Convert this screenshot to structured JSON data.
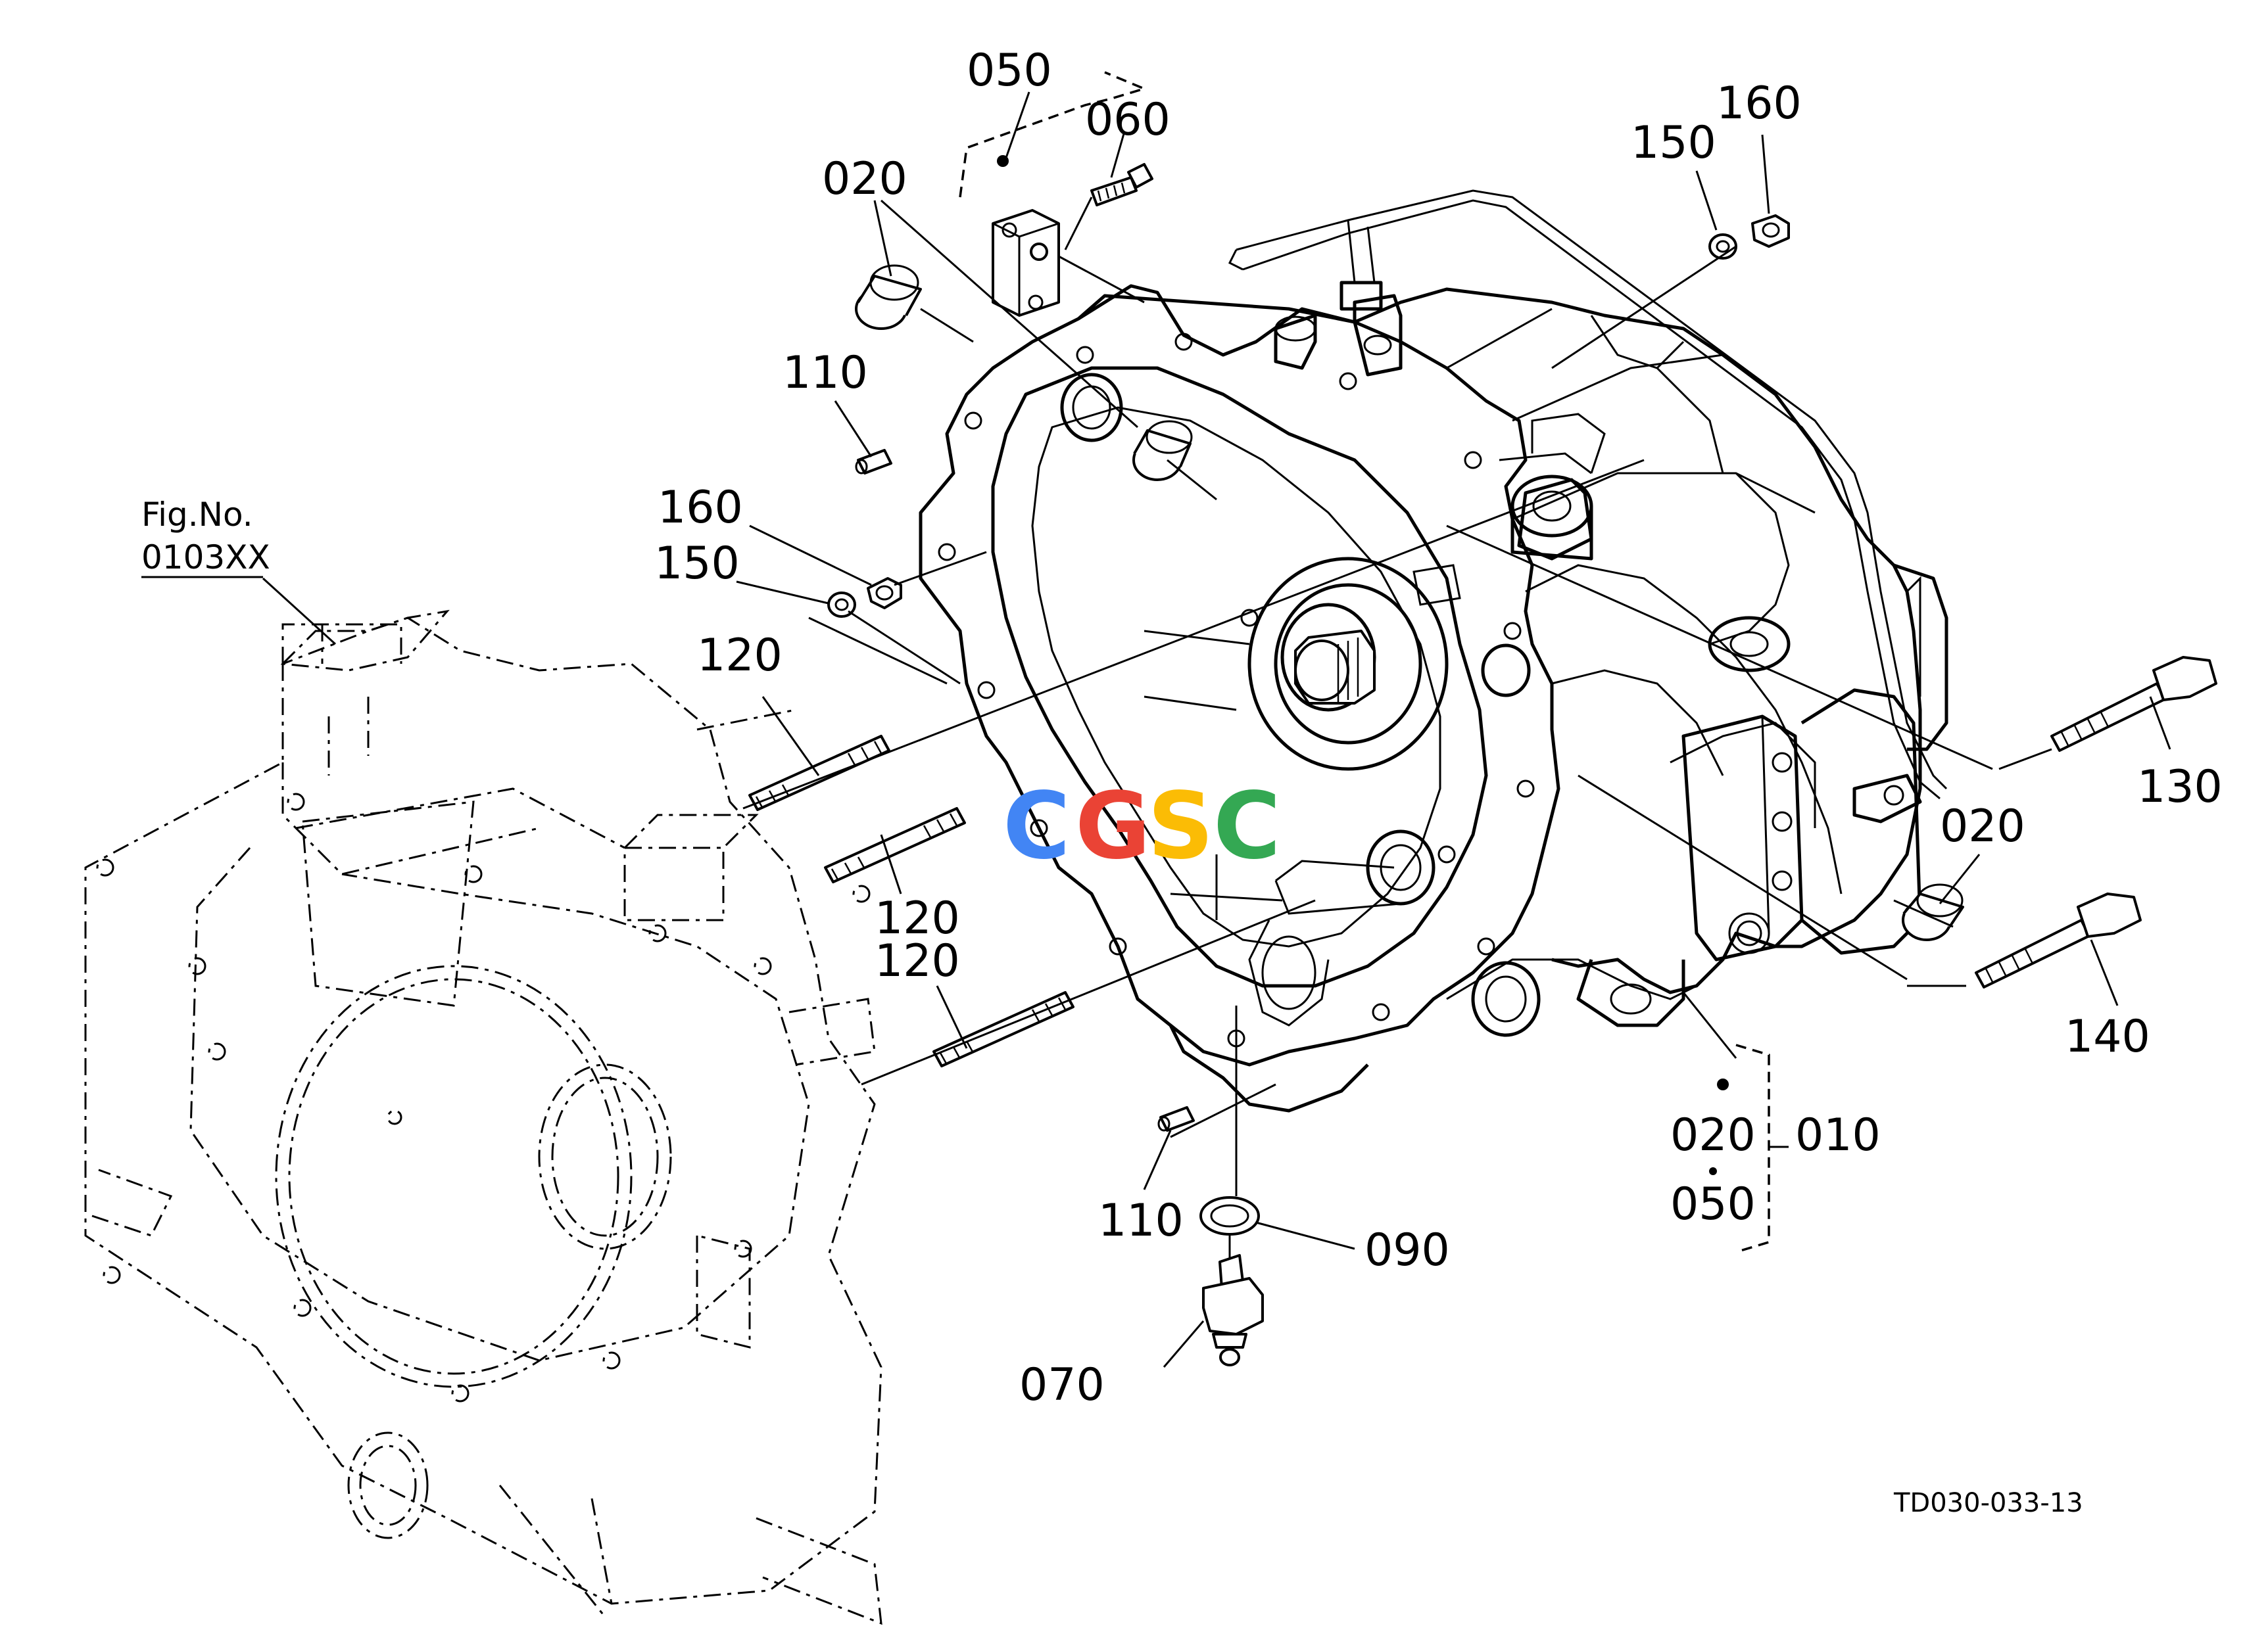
{
  "reference": {
    "line1": "Fig.No.",
    "line2": "0103XX"
  },
  "figure_code": "TD030-033-13",
  "watermark": {
    "letters": [
      "C",
      "G",
      "S",
      "C"
    ],
    "colors": [
      "#4285F4",
      "#EA4335",
      "#FBBC05",
      "#34A853"
    ]
  },
  "callouts": {
    "p050_top": "050",
    "p060": "060",
    "p020_top": "020",
    "p110_top": "110",
    "p160_left": "160",
    "p150_left": "150",
    "p120_a": "120",
    "p120_b": "120",
    "p120_c": "120",
    "p150_right": "150",
    "p160_right": "160",
    "p130": "130",
    "p020_right": "020",
    "p140": "140",
    "p020_group": "020",
    "p010": "010",
    "p050_group": "050",
    "p110_bottom": "110",
    "p090": "090",
    "p070": "070"
  }
}
